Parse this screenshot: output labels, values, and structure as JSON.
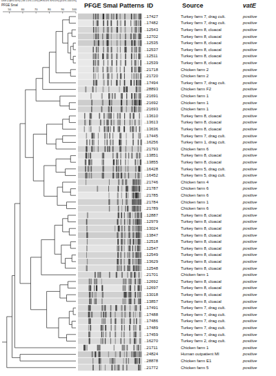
{
  "diagram": {
    "labels": [
      "Dice (Opt:0.50%) (Tol 1.0%-1.0%) (H>0.0% S>0.0%) [0.0%-100.0%]",
      "PFGE SmaI",
      "50",
      "60",
      "70",
      "80",
      "90",
      "100",
      "PFGE SmaI Patterns",
      "ID",
      "Source",
      "vatE",
      "..17427",
      "Turkey farm 7, drag cult.",
      "positive",
      "..17482",
      "Turkey farm 7, drag cult.",
      "positive",
      "..12543",
      "Turkey farm 8, cloacal",
      "positive",
      "..12702",
      "Turkey farm 8, cloacal",
      "positive",
      "..12535",
      "Turkey farm 8, cloacal",
      "positive",
      "..12537",
      "Turkey farm 8, cloacal",
      "positive",
      "..12511",
      "Turkey farm 8, cloacal",
      "positive",
      "..12539",
      "Turkey farm 8, cloacal",
      "positive",
      "..21718",
      "Chicken farm 2",
      "positive",
      "..21720",
      "Chicken farm 2",
      "positive",
      "..17494",
      "Turkey farm 7, drag cult.",
      "positive",
      "..28893",
      "Chicken farm F2",
      "positive",
      "..21691",
      "Chicken farm 1",
      "positive",
      "..21692",
      "Chicken farm 1",
      "positive",
      "..21693",
      "Chicken farm 1",
      "positive",
      "..13610",
      "Turkey farm 8, cloacal",
      "positive",
      "..13613",
      "Turkey farm 8, cloacal",
      "positive",
      "..13636",
      "Turkey farm 8, cloacal",
      "positive",
      "..17445",
      "Turkey farm 7, drag cult.",
      "positive",
      "..16256",
      "Turkey farm 1, drag cult.",
      "positive",
      "..21793",
      "Chicken farm 6",
      "positive",
      "..13851",
      "Turkey farm 8, cloacal",
      "positive",
      "..13855",
      "Turkey farm 8, cloacal",
      "positive",
      "..16428",
      "Turkey farm 5, drag cult.",
      "positive",
      "..16452",
      "Turkey farm 5, drag cult.",
      "positive",
      "..21746",
      "Chicken farm 4",
      "positive",
      "..21787",
      "Chicken farm 6",
      "positive",
      "..21785",
      "Chicken farm 6",
      "positive",
      "..21784",
      "Chicken farm 1",
      "positive",
      "..21789",
      "Chicken farm 6",
      "positive",
      "..12887",
      "Turkey farm 8, cloacal",
      "positive",
      "..12979",
      "Turkey farm 8, cloacal",
      "positive",
      "..13024",
      "Turkey farm 8, cloacal",
      "positive",
      "..13847",
      "Turkey farm 8, cloacal",
      "positive",
      "..12518",
      "Turkey farm 8, cloacal",
      "positive",
      "..12547",
      "Turkey farm 8, cloacal",
      "positive",
      "..12549",
      "Turkey farm 8, cloacal",
      "positive",
      "..13629",
      "Turkey farm 8, cloacal",
      "positive",
      "..12548",
      "Turkey farm 8, cloacal",
      "positive",
      "..21701",
      "Chicken farm 1",
      "positive",
      "..12692",
      "Turkey farm 8, cloacal",
      "positive",
      "..12697",
      "Turkey farm 8, cloacal",
      "positive",
      "..13018",
      "Turkey farm 8, cloacal",
      "positive",
      "..13857",
      "Turkey farm 8, cloacal",
      "positive",
      "..17491",
      "Turkey farm 7, drag cult.",
      "positive",
      "..17488",
      "Turkey farm 7, drag cult.",
      "positive",
      "..17486",
      "Turkey farm 7, drag cult.",
      "positive",
      "..17489",
      "Turkey farm 7, drag cult.",
      "positive",
      "..17459",
      "Turkey farm 7, drag cult.",
      "positive",
      "..16270",
      "Turkey farm 2, drag cult.",
      "positive",
      "..21711",
      "Chicken farm 1",
      "positive",
      "..24824",
      "Human outpatient MI",
      "positive",
      "..28878",
      "Chicken farm E1",
      "positive",
      "..21772",
      "Chicken farm 5",
      "positive"
    ]
  }
}
